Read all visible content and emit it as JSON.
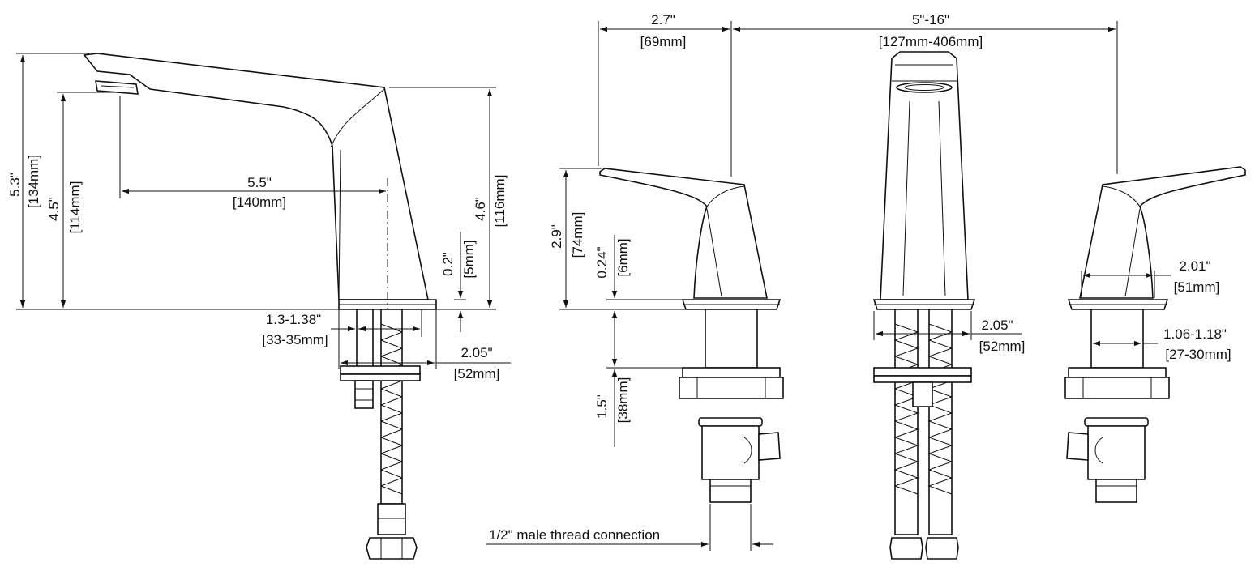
{
  "diagram": {
    "line_color": "#111111",
    "background": "#ffffff"
  },
  "spout_side": {
    "total_height": {
      "inch": "5.3\"",
      "mm": "[134mm]"
    },
    "outlet_height": {
      "inch": "4.5\"",
      "mm": "[114mm]"
    },
    "reach": {
      "inch": "5.5\"",
      "mm": "[140mm]"
    },
    "body_height": {
      "inch": "4.6\"",
      "mm": "[116mm]"
    },
    "base_thickness": {
      "inch": "0.2\"",
      "mm": "[5mm]"
    },
    "hole_diameter": {
      "inch": "1.3-1.38\"",
      "mm": "[33-35mm]"
    },
    "base_diameter": {
      "inch": "2.05\"",
      "mm": "[52mm]"
    }
  },
  "handle_side": {
    "handle_reach": {
      "inch": "2.7\"",
      "mm": "[69mm]"
    },
    "spread": {
      "inch": "5\"-16\"",
      "mm": "[127mm-406mm]"
    },
    "handle_height": {
      "inch": "2.9\"",
      "mm": "[74mm]"
    },
    "base_thickness": {
      "inch": "0.24\"",
      "mm": "[6mm]"
    },
    "shank_length": {
      "inch": "1.5\"",
      "mm": "[38mm]"
    },
    "thread_note": "1/2\" male thread connection"
  },
  "front_view": {
    "base_diameter": {
      "inch": "2.05\"",
      "mm": "[52mm]"
    }
  },
  "right_handle": {
    "handle_base": {
      "inch": "2.01\"",
      "mm": "[51mm]"
    },
    "hole_diameter": {
      "inch": "1.06-1.18\"",
      "mm": "[27-30mm]"
    }
  }
}
